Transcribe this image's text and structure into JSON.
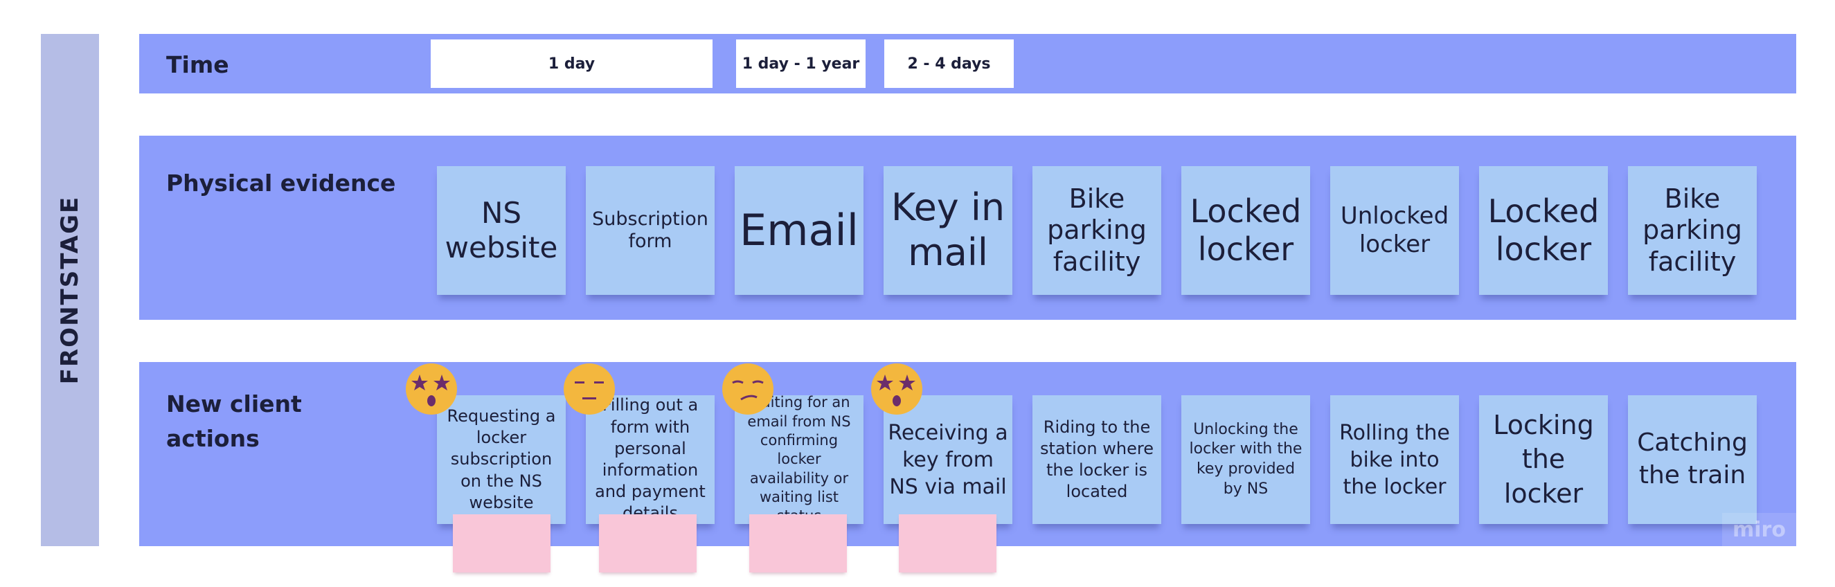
{
  "stage_label": "FRONTSTAGE",
  "time": {
    "title": "Time",
    "boxes": [
      "1 day",
      "1 day - 1 year",
      "2 - 4 days"
    ]
  },
  "physical_evidence": {
    "title": "Physical evidence",
    "notes": [
      "NS website",
      "Subscription form",
      "Email",
      "Key in mail",
      "Bike parking facility",
      "Locked locker",
      "Unlocked locker",
      "Locked locker",
      "Bike parking facility"
    ]
  },
  "new_client_actions": {
    "title": "New client actions",
    "notes": [
      "Requesting a locker subscription on the NS website",
      "Filling out a form with personal information and payment details",
      "Waiting for an email from NS confirming locker availability or waiting list status",
      "Receiving a key from NS via mail",
      "Riding to the station where the locker is located",
      "Unlocking the locker with the key provided by NS",
      "Rolling the bike into the locker",
      "Locking the locker",
      "Catching the train"
    ],
    "emotions": [
      "star-struck-emoji-icon",
      "expressionless-emoji-icon",
      "unamused-emoji-icon",
      "star-struck-emoji-icon"
    ]
  },
  "logo": "miro",
  "colors": {
    "lane": "#8c9dfb",
    "stage_bar": "#b5bde6",
    "sticky_note": "#a9cbf5",
    "pink_note": "#f9c6d8",
    "emoji": "#f3b73e",
    "emoji_feature": "#6b2d6b"
  }
}
